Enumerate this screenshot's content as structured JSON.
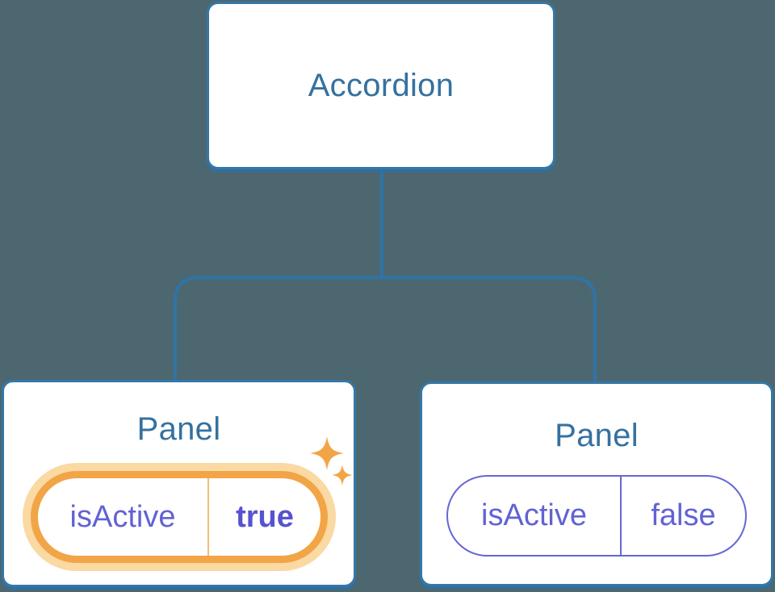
{
  "diagram": {
    "description": "Component tree showing an Accordion parent with two Panel children holding isActive state",
    "root": {
      "title": "Accordion"
    },
    "panels": [
      {
        "title": "Panel",
        "state_key": "isActive",
        "state_value": "true",
        "highlighted": true
      },
      {
        "title": "Panel",
        "state_key": "isActive",
        "state_value": "false",
        "highlighted": false
      }
    ]
  },
  "icons": {
    "sparkles": "sparkles-icon"
  },
  "colors": {
    "background": "#4D6771",
    "node_fill": "#FFFFFF",
    "node_border": "#3577A6",
    "node_title_text": "#35719F",
    "connector_line": "#2E74A6",
    "state_text": "#6262D5",
    "state_value_bold": "#5752D0",
    "highlight_ring": "#F2A546",
    "highlight_halo": "#FAD9A3",
    "highlight_divider": "#F6BE71",
    "inactive_pill_border": "#6567D5",
    "sparkle": "#F2A546"
  }
}
